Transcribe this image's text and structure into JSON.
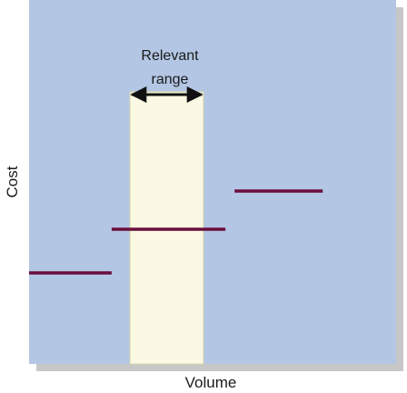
{
  "chart_data": {
    "type": "line",
    "title": "",
    "xlabel": "Volume",
    "ylabel": "Cost",
    "xlim": [
      0,
      100
    ],
    "ylim": [
      0,
      100
    ],
    "grid": false,
    "legend": "none",
    "series": [
      {
        "segments": [
          {
            "x": [
              0,
              22.5
            ],
            "y": [
              25,
              25
            ]
          },
          {
            "x": [
              22.5,
              53.5
            ],
            "y": [
              37,
              37
            ]
          },
          {
            "x": [
              56,
              80
            ],
            "y": [
              47.5,
              47.5
            ]
          }
        ]
      }
    ],
    "relevant_range": {
      "x": [
        27.5,
        47.5
      ]
    },
    "annotations": [
      {
        "text_line1": "Relevant",
        "text_line2": "range"
      }
    ],
    "colors": {
      "plot_background": "#b3c6e4",
      "plot_shadow": "#c7c7c7",
      "range_band": "#fbf9e4",
      "range_border": "#ddd7a8",
      "step_line": "#6b0f3d",
      "arrow": "#111111"
    }
  }
}
